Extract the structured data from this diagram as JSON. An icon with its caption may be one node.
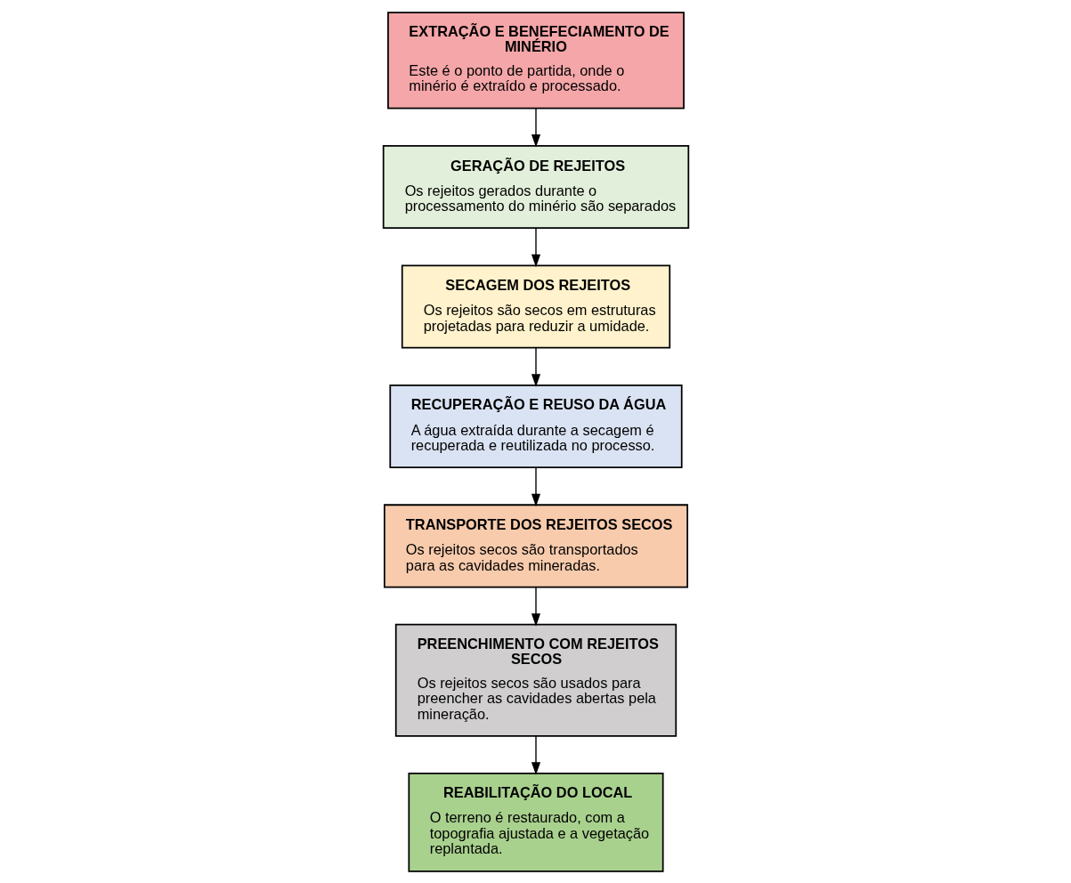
{
  "diagram": {
    "nodes": [
      {
        "text": [
          "EXTRAÇÃO E BENEFECIAMENTO DE MINÉRIO",
          "Este é o ponto de partida, onde o minério é extraído e processado."
        ]
      },
      {
        "text": [
          "GERAÇÃO DE REJEITOS",
          "Os rejeitos gerados durante o processamento do minério são separados"
        ]
      },
      {
        "text": [
          "SECAGEM DOS REJEITOS",
          "Os rejeitos são secos em estruturas projetadas para reduzir a umidade."
        ]
      },
      {
        "text": [
          "RECUPERAÇÃO E REUSO DA ÁGUA",
          "A água extraída durante a secagem é recuperada e reutilizada no processo."
        ]
      },
      {
        "text": [
          "TRANSPORTE DOS REJEITOS SECOS",
          "Os rejeitos secos são transportados para as cavidades mineradas."
        ]
      },
      {
        "text": [
          "PREENCHIMENTO COM REJEITOS SECOS",
          "Os rejeitos secos são usados para preencher as cavidades abertas pela mineração."
        ]
      },
      {
        "text": [
          "REABILITAÇÃO DO LOCAL",
          "O terreno é restaurado, com a topografia ajustada e a vegetação replantada."
        ]
      }
    ],
    "edges": [
      {
        "from": 0,
        "to": 1,
        "arrow": "to"
      },
      {
        "from": 1,
        "to": 2,
        "arrow": "to"
      },
      {
        "from": 2,
        "to": 3,
        "arrow": "to"
      },
      {
        "from": 3,
        "to": 4,
        "arrow": "to"
      },
      {
        "from": 4,
        "to": 5,
        "arrow": "to"
      },
      {
        "from": 5,
        "to": 6,
        "arrow": "to"
      }
    ]
  }
}
